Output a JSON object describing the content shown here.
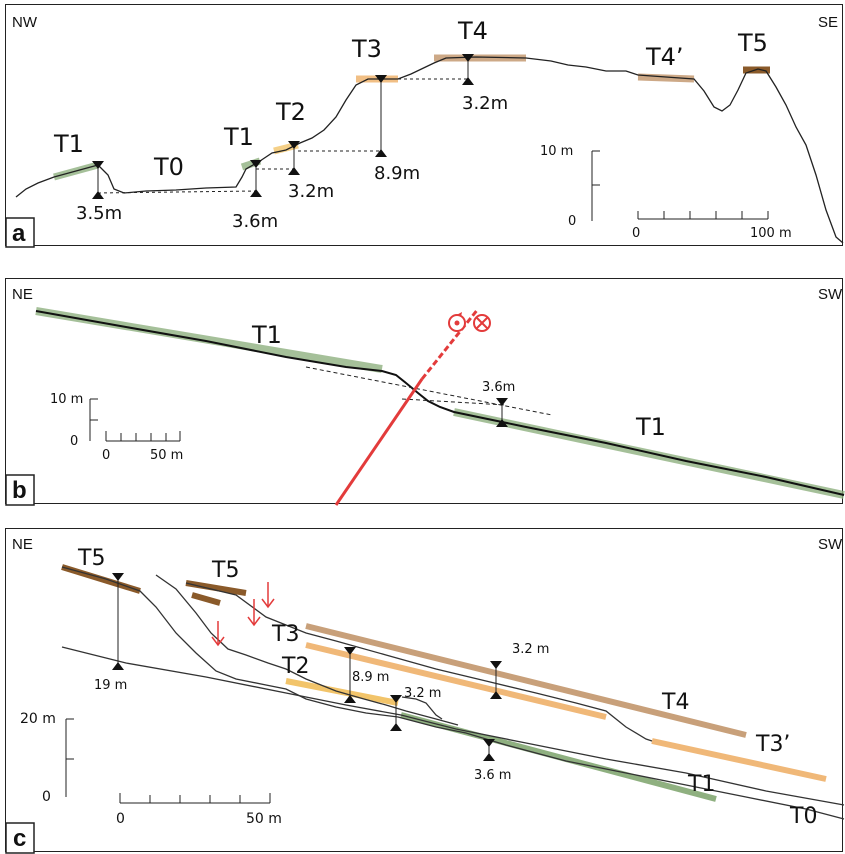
{
  "colors": {
    "t0_t1": "#8fb080",
    "t2": "#f2c46a",
    "t3": "#f0b878",
    "t4": "#c8a07a",
    "t5": "#8a5a2a",
    "fault": "#e33b3b",
    "profile": "#222222"
  },
  "panel_a": {
    "id": "a",
    "left_dir": "NW",
    "right_dir": "SE",
    "labels": {
      "t1_left": "T1",
      "t0": "T0",
      "t1_right": "T1",
      "t2": "T2",
      "t3": "T3",
      "t4": "T4",
      "t4p": "T4’",
      "t5": "T5"
    },
    "measurements": {
      "m1": "3.5m",
      "m2": "3.6m",
      "m3": "3.2m",
      "m4": "8.9m",
      "m5": "3.2m"
    },
    "vscale": {
      "top": "10 m",
      "bottom": "0"
    },
    "hscale": {
      "left": "0",
      "right": "100 m"
    }
  },
  "panel_b": {
    "id": "b",
    "left_dir": "NE",
    "right_dir": "SW",
    "labels": {
      "t1_left": "T1",
      "t1_right": "T1"
    },
    "measurements": {
      "m1": "3.6m"
    },
    "vscale": {
      "top": "10 m",
      "bottom": "0"
    },
    "hscale": {
      "left": "0",
      "right": "50 m"
    },
    "icons": [
      "out-of-page-symbol",
      "into-page-symbol"
    ]
  },
  "panel_c": {
    "id": "c",
    "left_dir": "NE",
    "right_dir": "SW",
    "labels": {
      "t5_left": "T5",
      "t5_mid": "T5",
      "t3": "T3",
      "t2": "T2",
      "t4": "T4",
      "t3p": "T3’",
      "t1": "T1",
      "t0": "T0"
    },
    "measurements": {
      "m19": "19 m",
      "m89": "8.9 m",
      "m32a": "3.2 m",
      "m32b": "3.2 m",
      "m36": "3.6 m"
    },
    "vscale": {
      "top": "20 m",
      "bottom": "0"
    },
    "hscale": {
      "left": "0",
      "right": "50 m"
    }
  }
}
